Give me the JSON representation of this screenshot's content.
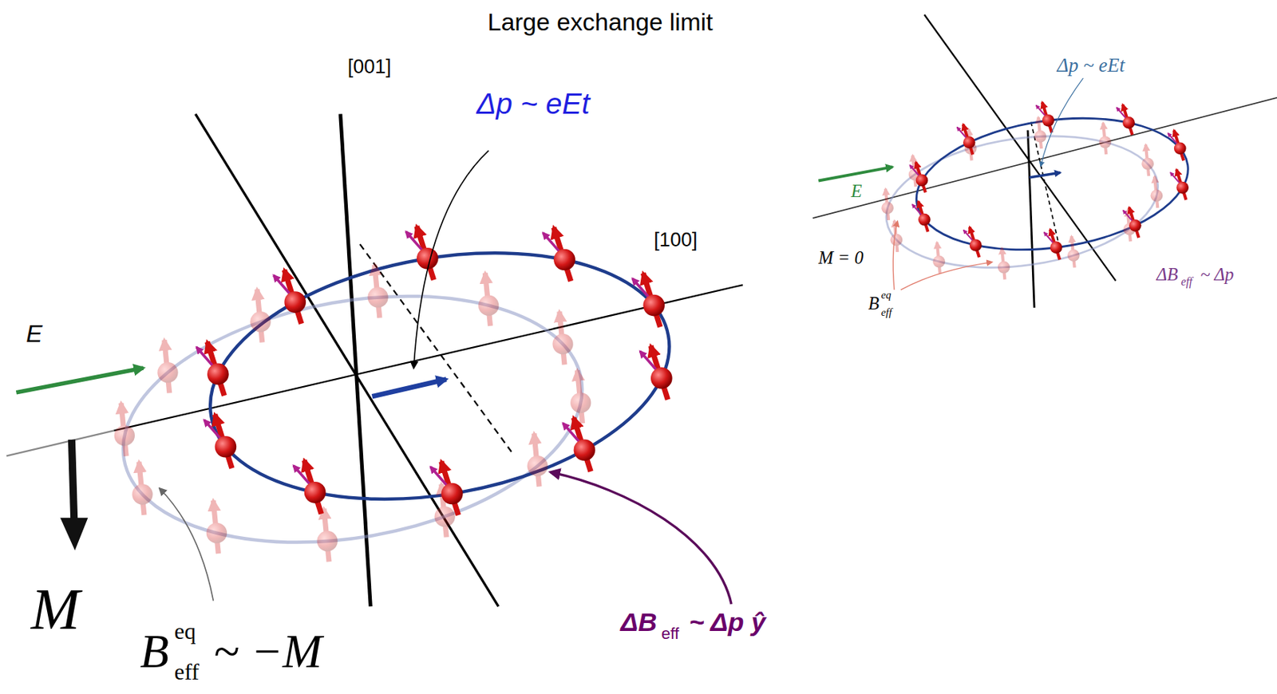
{
  "diagram": {
    "title": "Large exchange limit",
    "labels": [
      "[001]",
      "Δp ~ eEt",
      "[100]",
      "E",
      "M",
      "B",
      "eq",
      "eff",
      "~ −M",
      "ΔB",
      "eff",
      "~ Δp ŷ",
      "Δp ~ eEt",
      "E",
      "M = 0",
      "B",
      "eq",
      "eff",
      "ΔB",
      "eff",
      "~ Δp"
    ]
  }
}
